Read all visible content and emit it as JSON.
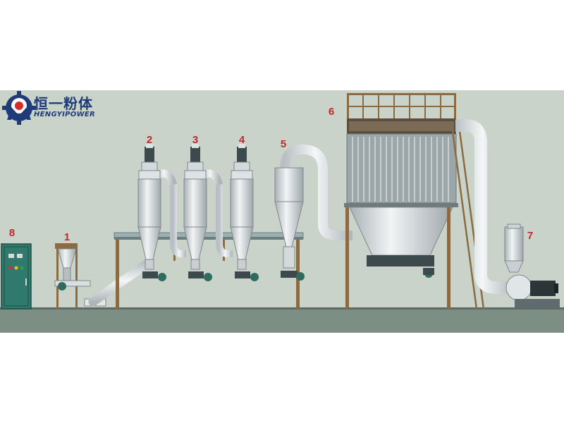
{
  "brand": {
    "name_cn": "恒一粉体",
    "name_en": "HENGYIPOWER"
  },
  "colors": {
    "background": "#c9d3c9",
    "floor": "#7d8f85",
    "label": "#c0282d",
    "brand_blue": "#1f3b78",
    "brand_red": "#d62d2d",
    "pipe": "#e4e8ea",
    "frame": "#8b6b43",
    "motor": "#2f6b5e"
  },
  "labels": [
    {
      "id": "1",
      "text": "1",
      "icon": "feeder-hopper"
    },
    {
      "id": "2",
      "text": "2",
      "icon": "classifier"
    },
    {
      "id": "3",
      "text": "3",
      "icon": "classifier"
    },
    {
      "id": "4",
      "text": "4",
      "icon": "classifier"
    },
    {
      "id": "5",
      "text": "5",
      "icon": "cyclone-separator"
    },
    {
      "id": "6",
      "text": "6",
      "icon": "bag-dust-collector"
    },
    {
      "id": "7",
      "text": "7",
      "icon": "induced-draft-fan"
    },
    {
      "id": "8",
      "text": "8",
      "icon": "control-cabinet"
    }
  ]
}
